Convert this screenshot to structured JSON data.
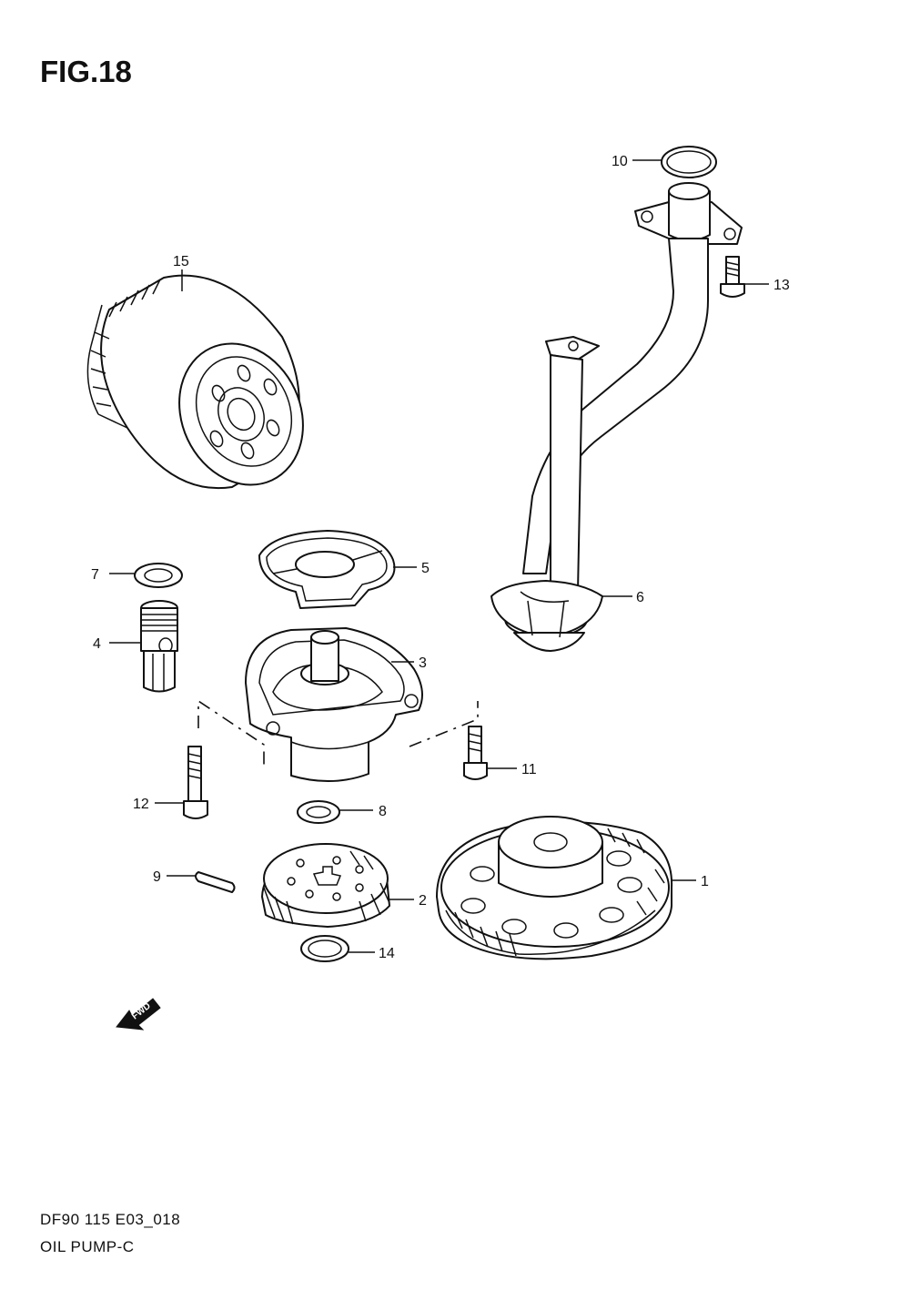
{
  "figure": {
    "title": "FIG.18"
  },
  "footer": {
    "code": "DF90 115 E03_018",
    "name": "OIL PUMP-C"
  },
  "fwd_label": "FWD",
  "callouts": {
    "c1": "1",
    "c2": "2",
    "c3": "3",
    "c4": "4",
    "c5": "5",
    "c6": "6",
    "c7": "7",
    "c8": "8",
    "c9": "9",
    "c10": "10",
    "c11": "11",
    "c12": "12",
    "c13": "13",
    "c14": "14",
    "c15": "15"
  }
}
